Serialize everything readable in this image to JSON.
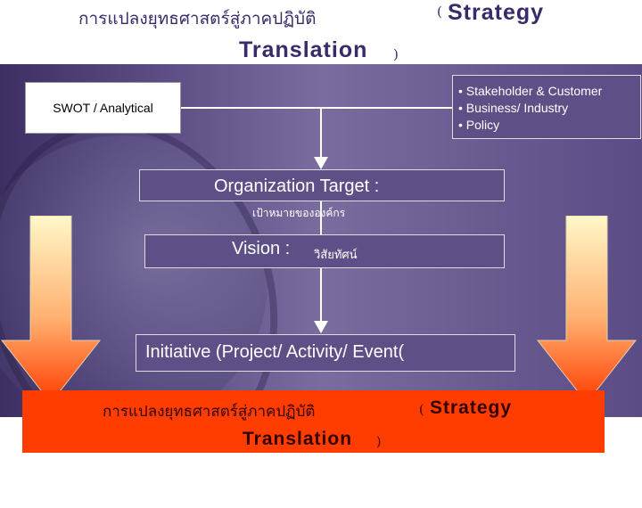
{
  "title": {
    "thai": "การแปลงยุทธศาสตร์สู่ภาคปฏิบัติ",
    "open_paren": "(",
    "strategy": "Strategy",
    "translation": "Translation",
    "close_paren": ")"
  },
  "diagram": {
    "swot": "SWOT / Analytical",
    "stakeholders": [
      "• Stakeholder & Customer",
      "• Business/ Industry",
      "• Policy"
    ],
    "organization_target": "Organization Target :",
    "organization_target_thai": "เป้าหมายขององค์กร",
    "vision_label": "Vision :",
    "vision_thai": "วิสัยทัศน์",
    "initiative": "Initiative (Project/ Activity/ Event("
  },
  "footer": {
    "thai": "การแปลงยุทธศาสตร์สู่ภาคปฏิบัติ",
    "open_paren": "(",
    "strategy": "Strategy",
    "translation": "Translation",
    "close_paren": ")"
  },
  "colors": {
    "arrow_top": "#fff8c8",
    "arrow_bottom": "#ff3d00",
    "band": "#ff3d00",
    "panel": "#5e4f86"
  }
}
